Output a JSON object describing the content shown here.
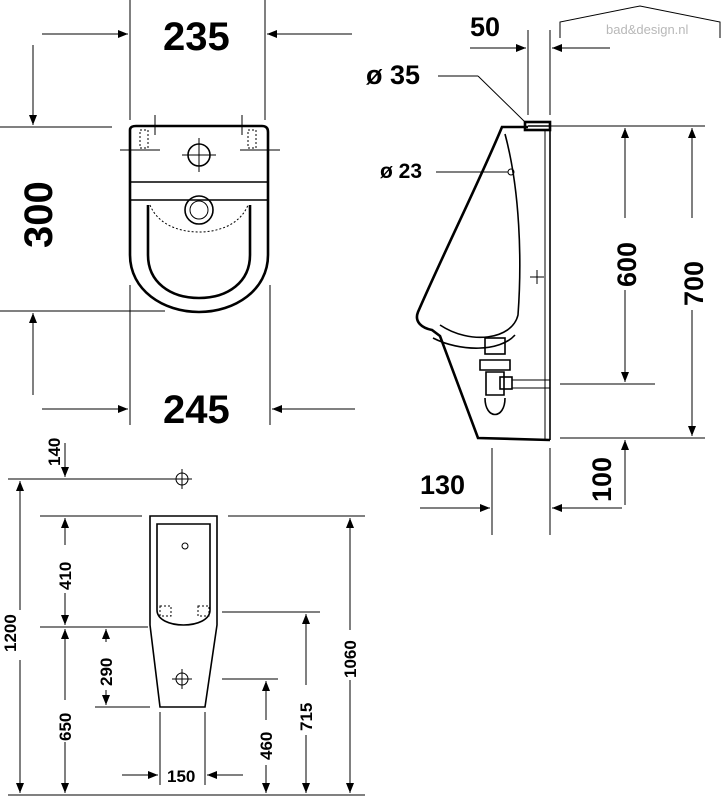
{
  "watermark": "bad&design.nl",
  "front_view": {
    "top_width": "235",
    "height": "300",
    "bottom_width": "245"
  },
  "side_view": {
    "offset_top": "50",
    "inlet_diameter": "ø 35",
    "outlet_diameter": "ø 23",
    "outlet_height": "600",
    "total_height": "700",
    "depth": "130",
    "base_height": "100"
  },
  "installation": {
    "inlet_above": "140",
    "total_height": "1200",
    "upper_section": "410",
    "lower_section": "650",
    "drain_offset": "290",
    "rim_height": "1060",
    "drain_height": "715",
    "bottom_height": "460",
    "drain_spacing": "150"
  }
}
